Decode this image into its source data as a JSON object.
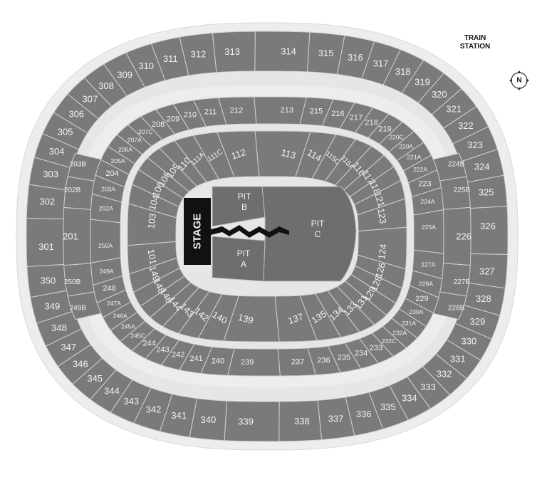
{
  "labels": {
    "train_station_line1": "TRAIN",
    "train_station_line2": "STATION",
    "north": "N",
    "stage": "STAGE",
    "pit_b_1": "PIT",
    "pit_b_2": "B",
    "pit_a_1": "PIT",
    "pit_a_2": "A",
    "pit_c_1": "PIT",
    "pit_c_2": "C"
  },
  "colors": {
    "section_fill": "#7a7a7a",
    "section_stroke": "#d0d0d0",
    "concourse": "#e6e6e6",
    "outer_ring": "#ededed",
    "floor": "#6e6e6e",
    "stage": "#111111",
    "section_text": "#f2f2f2"
  },
  "rings": {
    "level_300": [
      "314",
      "315",
      "316",
      "317",
      "318",
      "319",
      "320",
      "321",
      "322",
      "323",
      "324",
      "325",
      "326",
      "327",
      "328",
      "329",
      "330",
      "331",
      "332",
      "333",
      "334",
      "335",
      "336",
      "337",
      "338",
      "339",
      "340",
      "341",
      "342",
      "343",
      "344",
      "345",
      "346",
      "347",
      "348",
      "349",
      "350",
      "301",
      "302",
      "303",
      "304",
      "305",
      "306",
      "307",
      "308",
      "309",
      "310",
      "311",
      "312",
      "313"
    ],
    "level_200": [
      "213",
      "215",
      "216",
      "217",
      "218",
      "219",
      "220C",
      "220A",
      "221A",
      "222A",
      "223",
      "224A",
      "225A",
      "227A",
      "228A",
      "229",
      "230A",
      "231A",
      "232A",
      "232C",
      "233",
      "234",
      "235",
      "236",
      "237",
      "239",
      "240",
      "241",
      "242",
      "243",
      "244",
      "245C",
      "245A",
      "246A",
      "247A",
      "248",
      "249A",
      "250A",
      "202A",
      "203A",
      "204",
      "205A",
      "206A",
      "207A",
      "207C",
      "208",
      "209",
      "210",
      "211",
      "212"
    ],
    "level_200_club": [
      "224B",
      "225B",
      "226",
      "227B",
      "228B",
      "249B",
      "250B",
      "201",
      "202B",
      "203B"
    ],
    "level_100": [
      "113",
      "114",
      "115C",
      "115A",
      "116",
      "117",
      "118",
      "121",
      "123",
      "124",
      "126",
      "128",
      "129",
      "131",
      "133",
      "134",
      "135",
      "137",
      "139",
      "140",
      "142",
      "143",
      "144",
      "146",
      "148",
      "149",
      "101",
      "103",
      "104",
      "106",
      "108",
      "109",
      "110",
      "111A",
      "111C",
      "112"
    ]
  }
}
